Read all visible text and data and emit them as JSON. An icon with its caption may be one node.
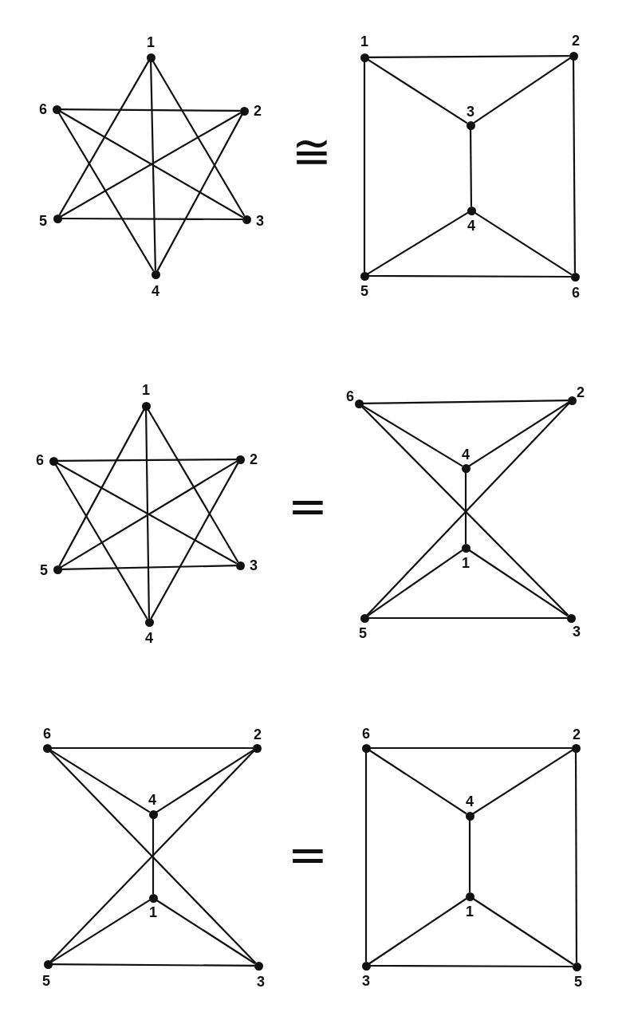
{
  "diagram": {
    "nodes": [
      {
        "text": [],
        "shape": "circle",
        "beside": [
          "1"
        ]
      },
      {
        "text": [],
        "shape": "circle",
        "beside": [
          "6"
        ]
      },
      {
        "text": [],
        "shape": "circle",
        "beside": [
          "2"
        ]
      },
      {
        "text": [],
        "shape": "circle",
        "beside": [
          "5"
        ]
      },
      {
        "text": [],
        "shape": "circle",
        "beside": [
          "3"
        ]
      },
      {
        "text": [],
        "shape": "circle",
        "beside": [
          "4"
        ]
      },
      {
        "text": [],
        "shape": "circle",
        "beside": [
          "1"
        ]
      },
      {
        "text": [],
        "shape": "circle",
        "beside": [
          "2"
        ]
      },
      {
        "text": [],
        "shape": "circle",
        "beside": [
          "3"
        ]
      },
      {
        "text": [],
        "shape": "circle",
        "beside": [
          "4"
        ]
      },
      {
        "text": [],
        "shape": "circle",
        "beside": [
          "5"
        ]
      },
      {
        "text": [],
        "shape": "circle",
        "beside": [
          "6"
        ]
      },
      {
        "text": [],
        "shape": "circle",
        "beside": [
          "1"
        ]
      },
      {
        "text": [],
        "shape": "circle",
        "beside": [
          "6"
        ]
      },
      {
        "text": [],
        "shape": "circle",
        "beside": [
          "2"
        ]
      },
      {
        "text": [],
        "shape": "circle",
        "beside": [
          "5"
        ]
      },
      {
        "text": [],
        "shape": "circle",
        "beside": [
          "3"
        ]
      },
      {
        "text": [],
        "shape": "circle",
        "beside": [
          "4"
        ]
      },
      {
        "text": [],
        "shape": "circle",
        "beside": [
          "6"
        ]
      },
      {
        "text": [],
        "shape": "circle",
        "beside": [
          "2"
        ]
      },
      {
        "text": [],
        "shape": "circle",
        "beside": [
          "4"
        ]
      },
      {
        "text": [],
        "shape": "circle",
        "beside": [
          "1"
        ]
      },
      {
        "text": [],
        "shape": "circle",
        "beside": [
          "5"
        ]
      },
      {
        "text": [],
        "shape": "circle",
        "beside": [
          "3"
        ]
      },
      {
        "text": [],
        "shape": "circle",
        "beside": [
          "6"
        ]
      },
      {
        "text": [],
        "shape": "circle",
        "beside": [
          "2"
        ]
      },
      {
        "text": [],
        "shape": "circle",
        "beside": [
          "4"
        ]
      },
      {
        "text": [],
        "shape": "circle",
        "beside": [
          "1"
        ]
      },
      {
        "text": [],
        "shape": "circle",
        "beside": [
          "5"
        ]
      },
      {
        "text": [],
        "shape": "circle",
        "beside": [
          "3"
        ]
      },
      {
        "text": [],
        "shape": "circle",
        "beside": [
          "6"
        ]
      },
      {
        "text": [],
        "shape": "circle",
        "beside": [
          "2"
        ]
      },
      {
        "text": [],
        "shape": "circle",
        "beside": [
          "4"
        ]
      },
      {
        "text": [],
        "shape": "circle",
        "beside": [
          "1"
        ]
      },
      {
        "text": [],
        "shape": "circle",
        "beside": [
          "3"
        ]
      },
      {
        "text": [],
        "shape": "circle",
        "beside": [
          "5"
        ]
      }
    ],
    "edges": [
      {
        "from": 0,
        "to": 3,
        "arrow": "none"
      },
      {
        "from": 0,
        "to": 4,
        "arrow": "none"
      },
      {
        "from": 0,
        "to": 5,
        "arrow": "none"
      },
      {
        "from": 1,
        "to": 2,
        "arrow": "none"
      },
      {
        "from": 1,
        "to": 4,
        "arrow": "none"
      },
      {
        "from": 1,
        "to": 5,
        "arrow": "none"
      },
      {
        "from": 2,
        "to": 3,
        "arrow": "none"
      },
      {
        "from": 2,
        "to": 5,
        "arrow": "none"
      },
      {
        "from": 3,
        "to": 4,
        "arrow": "none"
      },
      {
        "from": 6,
        "to": 7,
        "arrow": "none"
      },
      {
        "from": 6,
        "to": 8,
        "arrow": "none"
      },
      {
        "from": 6,
        "to": 10,
        "arrow": "none"
      },
      {
        "from": 7,
        "to": 8,
        "arrow": "none"
      },
      {
        "from": 7,
        "to": 11,
        "arrow": "none"
      },
      {
        "from": 8,
        "to": 9,
        "arrow": "none"
      },
      {
        "from": 9,
        "to": 10,
        "arrow": "none"
      },
      {
        "from": 9,
        "to": 11,
        "arrow": "none"
      },
      {
        "from": 10,
        "to": 11,
        "arrow": "none"
      },
      {
        "from": 12,
        "to": 15,
        "arrow": "none"
      },
      {
        "from": 12,
        "to": 16,
        "arrow": "none"
      },
      {
        "from": 12,
        "to": 17,
        "arrow": "none"
      },
      {
        "from": 13,
        "to": 14,
        "arrow": "none"
      },
      {
        "from": 13,
        "to": 16,
        "arrow": "none"
      },
      {
        "from": 13,
        "to": 17,
        "arrow": "none"
      },
      {
        "from": 14,
        "to": 15,
        "arrow": "none"
      },
      {
        "from": 14,
        "to": 17,
        "arrow": "none"
      },
      {
        "from": 15,
        "to": 16,
        "arrow": "none"
      },
      {
        "from": 18,
        "to": 19,
        "arrow": "none"
      },
      {
        "from": 18,
        "to": 20,
        "arrow": "none"
      },
      {
        "from": 18,
        "to": 23,
        "arrow": "none"
      },
      {
        "from": 19,
        "to": 20,
        "arrow": "none"
      },
      {
        "from": 19,
        "to": 22,
        "arrow": "none"
      },
      {
        "from": 20,
        "to": 21,
        "arrow": "none"
      },
      {
        "from": 21,
        "to": 22,
        "arrow": "none"
      },
      {
        "from": 21,
        "to": 23,
        "arrow": "none"
      },
      {
        "from": 22,
        "to": 23,
        "arrow": "none"
      },
      {
        "from": 24,
        "to": 25,
        "arrow": "none"
      },
      {
        "from": 24,
        "to": 26,
        "arrow": "none"
      },
      {
        "from": 24,
        "to": 29,
        "arrow": "none"
      },
      {
        "from": 25,
        "to": 26,
        "arrow": "none"
      },
      {
        "from": 25,
        "to": 28,
        "arrow": "none"
      },
      {
        "from": 26,
        "to": 27,
        "arrow": "none"
      },
      {
        "from": 27,
        "to": 28,
        "arrow": "none"
      },
      {
        "from": 27,
        "to": 29,
        "arrow": "none"
      },
      {
        "from": 28,
        "to": 29,
        "arrow": "none"
      },
      {
        "from": 30,
        "to": 31,
        "arrow": "none"
      },
      {
        "from": 30,
        "to": 32,
        "arrow": "none"
      },
      {
        "from": 30,
        "to": 34,
        "arrow": "none"
      },
      {
        "from": 31,
        "to": 32,
        "arrow": "none"
      },
      {
        "from": 31,
        "to": 35,
        "arrow": "none"
      },
      {
        "from": 32,
        "to": 33,
        "arrow": "none"
      },
      {
        "from": 33,
        "to": 34,
        "arrow": "none"
      },
      {
        "from": 33,
        "to": 35,
        "arrow": "none"
      },
      {
        "from": 34,
        "to": 35,
        "arrow": "none"
      }
    ],
    "labels": [
      "≅",
      "=",
      "="
    ]
  }
}
